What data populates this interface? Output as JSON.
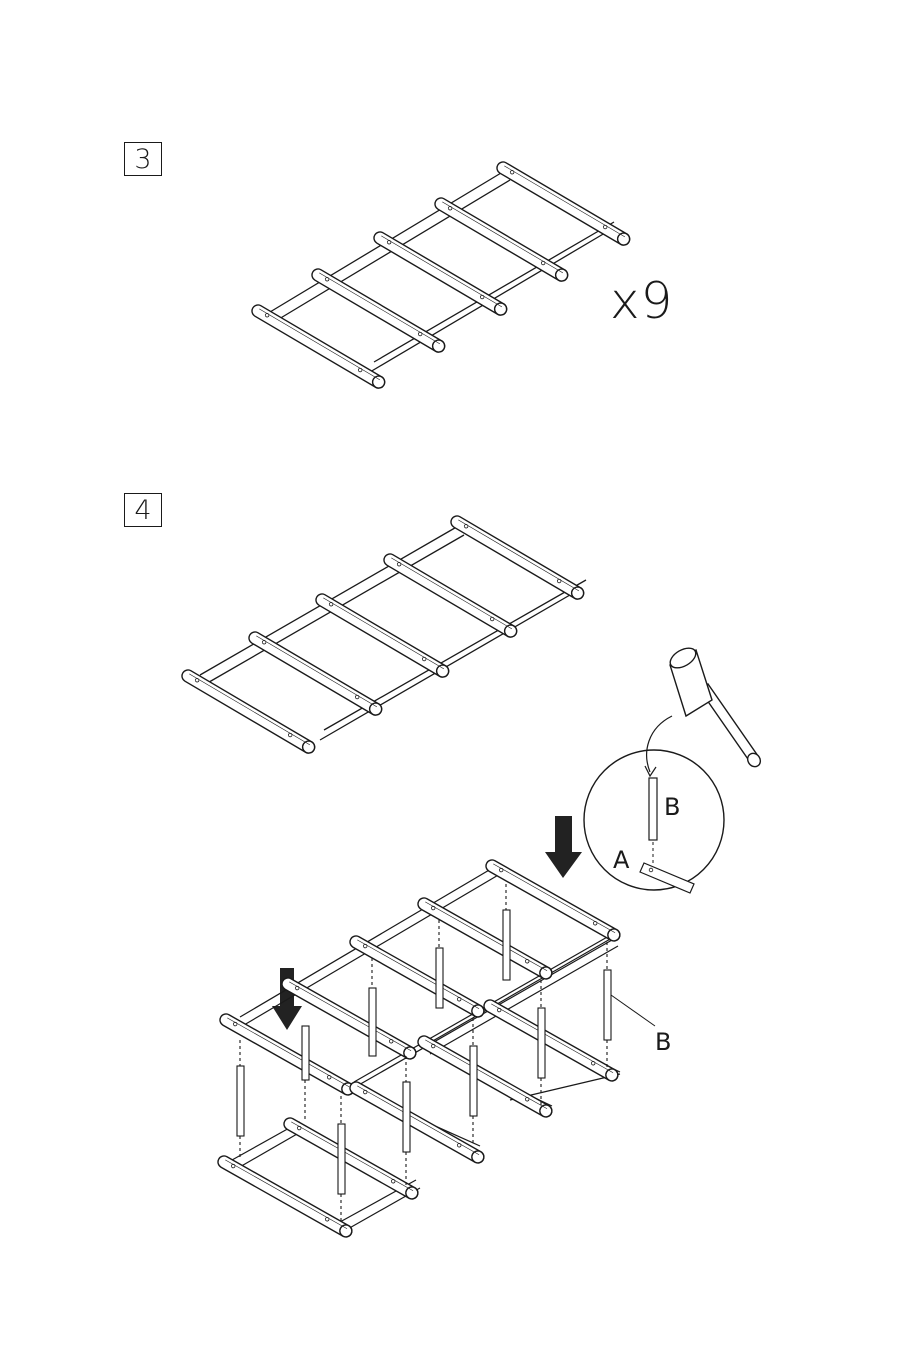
{
  "steps": [
    {
      "number": "3",
      "count_label": "x9"
    },
    {
      "number": "4"
    }
  ],
  "detail_callout": {
    "part_pin": "B",
    "part_rung": "A"
  },
  "assembly_callout": {
    "part_pin": "B"
  },
  "colors": {
    "ink": "#1a1a1a",
    "paper": "#ffffff",
    "arrow": "#222222"
  },
  "icons": [
    "mallet-icon",
    "down-arrow-icon",
    "down-arrow-icon"
  ]
}
